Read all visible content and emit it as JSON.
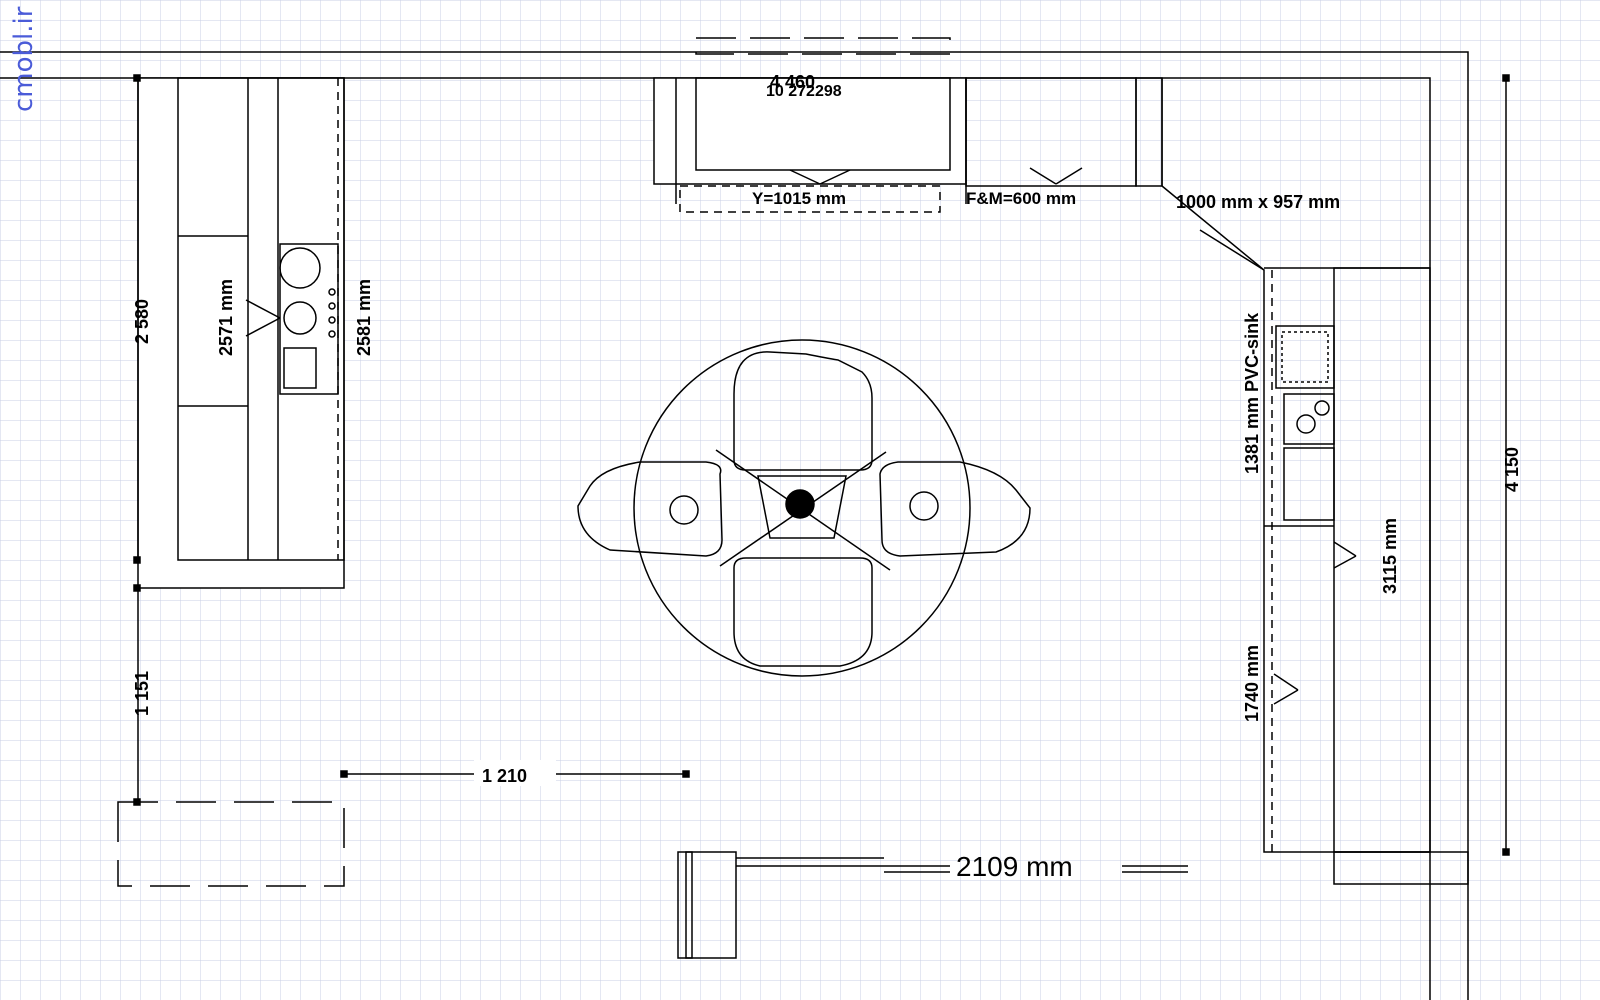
{
  "watermark": "cmobl.ir",
  "dimensions": {
    "top_total": "4 460",
    "top_sub": "10 272298",
    "y_depth": "Y=1015 mm",
    "fm_width": "F&M=600 mm",
    "corner_cabinet": "1000 mm  x 957 mm",
    "left_wall": "2 580",
    "left_cabinet_inner": "2571 mm",
    "left_cabinet_outer": "2581 mm",
    "left_gap": "1 151",
    "bottom_gap": "1 210",
    "right_wall": "4 150",
    "sink": "1381 mm PVC-sink",
    "right_cabinet": "3115 mm",
    "right_lower": "1740 mm",
    "bottom_span": "2109 mm"
  },
  "colors": {
    "grid": "#c9cfe6",
    "line": "#000000",
    "watermark": "#4a5bd8"
  }
}
